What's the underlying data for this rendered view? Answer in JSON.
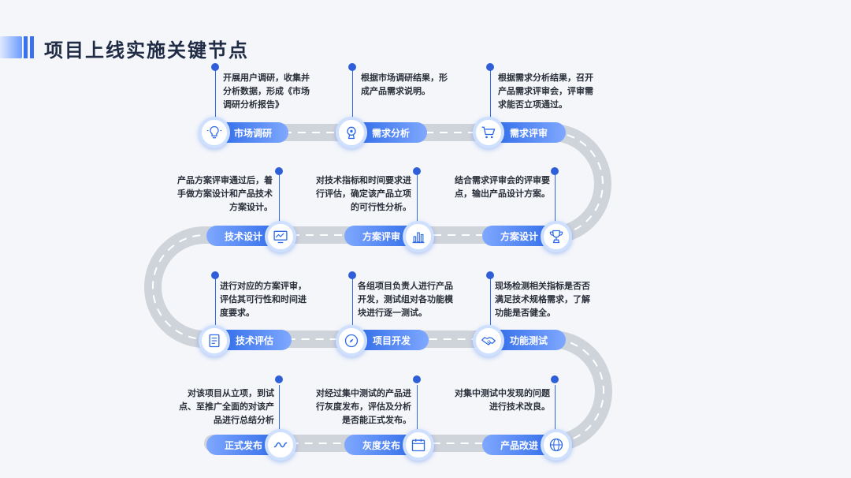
{
  "title": "项目上线实施关键节点",
  "colors": {
    "accent": "#2f6be8",
    "road": "#cfd3da",
    "title": "#1f2a44"
  },
  "nodes": [
    {
      "label": "市场调研",
      "icon": "bulb-icon",
      "desc": "开展用户调研，收集并分析数据，形成《市场调研分析报告》"
    },
    {
      "label": "需求分析",
      "icon": "brain-icon",
      "desc": "根据市场调研结果，形成产品需求说明。"
    },
    {
      "label": "需求评审",
      "icon": "cart-icon",
      "desc": "根据需求分析结果，召开产品需求评审会，评审需求能否立项通过。"
    },
    {
      "label": "方案设计",
      "icon": "trophy-icon",
      "desc": "结合需求评审会的评审要点，输出产品设计方案。"
    },
    {
      "label": "方案评审",
      "icon": "bar-chart-icon",
      "desc": "对技术指标和时间要求进行评估，确定该产品立项的可行性分析。"
    },
    {
      "label": "技术设计",
      "icon": "monitor-icon",
      "desc": "产品方案评审通过后，着手做方案设计和产品技术方案设计。"
    },
    {
      "label": "技术评估",
      "icon": "notebook-icon",
      "desc": "进行对应的方案评审，评估其可行性和时间进度要求。"
    },
    {
      "label": "项目开发",
      "icon": "compass-icon",
      "desc": "各组项目负责人进行产品开发，测试组对各功能模块进行逐一测试。"
    },
    {
      "label": "功能测试",
      "icon": "handshake-icon",
      "desc": "现场检测相关指标是否否满足技术规格需求，了解功能是否健全。"
    },
    {
      "label": "产品改进",
      "icon": "globe-icon",
      "desc": "对集中测试中发现的问题进行技术改良。"
    },
    {
      "label": "灰度发布",
      "icon": "calendar-icon",
      "desc": "对经过集中测试的产品进行灰度发布，评估及分析是否能正式发布。"
    },
    {
      "label": "正式发布",
      "icon": "wave-icon",
      "desc": "对该项目从立项，到试点、至推广全面的对该产品进行总结分析"
    }
  ]
}
